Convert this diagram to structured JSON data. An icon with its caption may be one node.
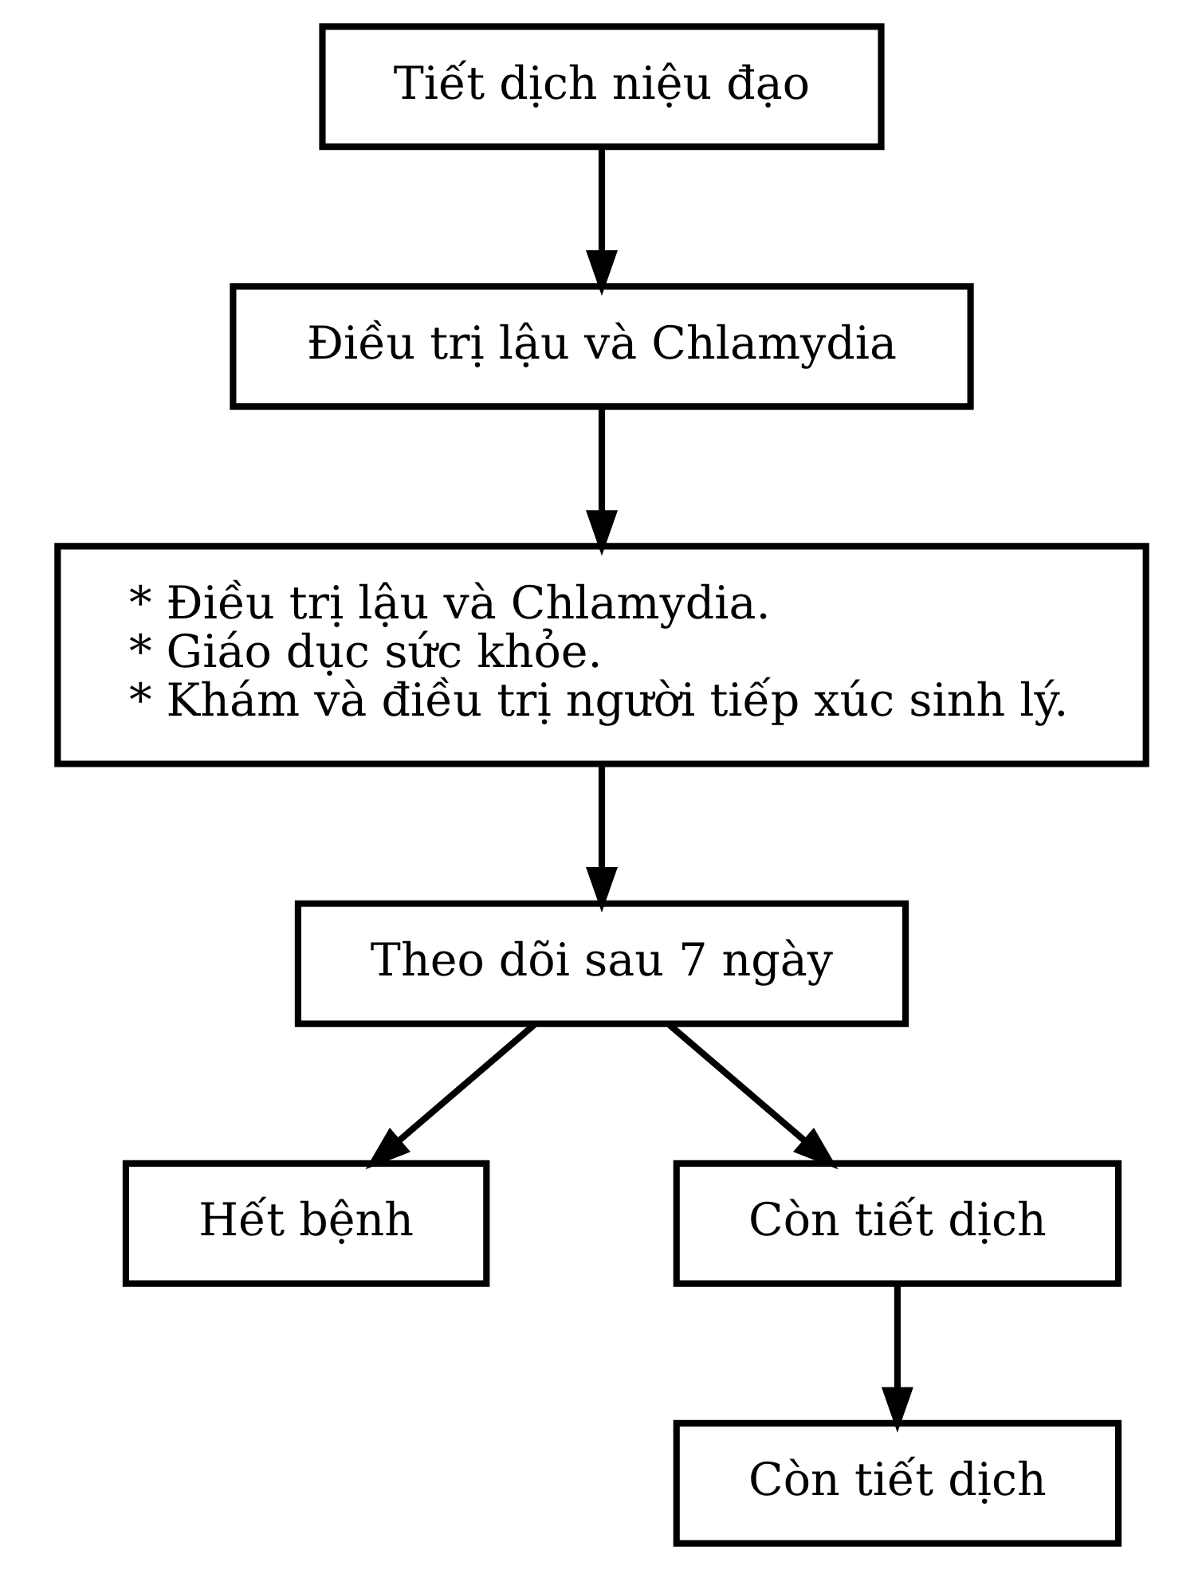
{
  "diagram": {
    "nodes": [
      {
        "text": [
          "Tiết dịch niệu đạo"
        ]
      },
      {
        "text": [
          "Điều trị lậu và Chlamydia"
        ]
      },
      {
        "text": [
          "* Điều trị lậu và Chlamydia.",
          "* Giáo dục sức khỏe.",
          "* Khám và điều trị người tiếp xúc sinh lý."
        ]
      },
      {
        "text": [
          "Theo dõi sau 7 ngày"
        ]
      },
      {
        "text": [
          "Hết bệnh"
        ]
      },
      {
        "text": [
          "Còn tiết dịch"
        ]
      },
      {
        "text": [
          "Còn tiết dịch"
        ]
      }
    ],
    "edges": [
      {
        "from": 0,
        "to": 1,
        "arrow": "to"
      },
      {
        "from": 1,
        "to": 2,
        "arrow": "to"
      },
      {
        "from": 2,
        "to": 3,
        "arrow": "to"
      },
      {
        "from": 3,
        "to": 4,
        "arrow": "to"
      },
      {
        "from": 3,
        "to": 5,
        "arrow": "to"
      },
      {
        "from": 5,
        "to": 6,
        "arrow": "to"
      }
    ]
  }
}
